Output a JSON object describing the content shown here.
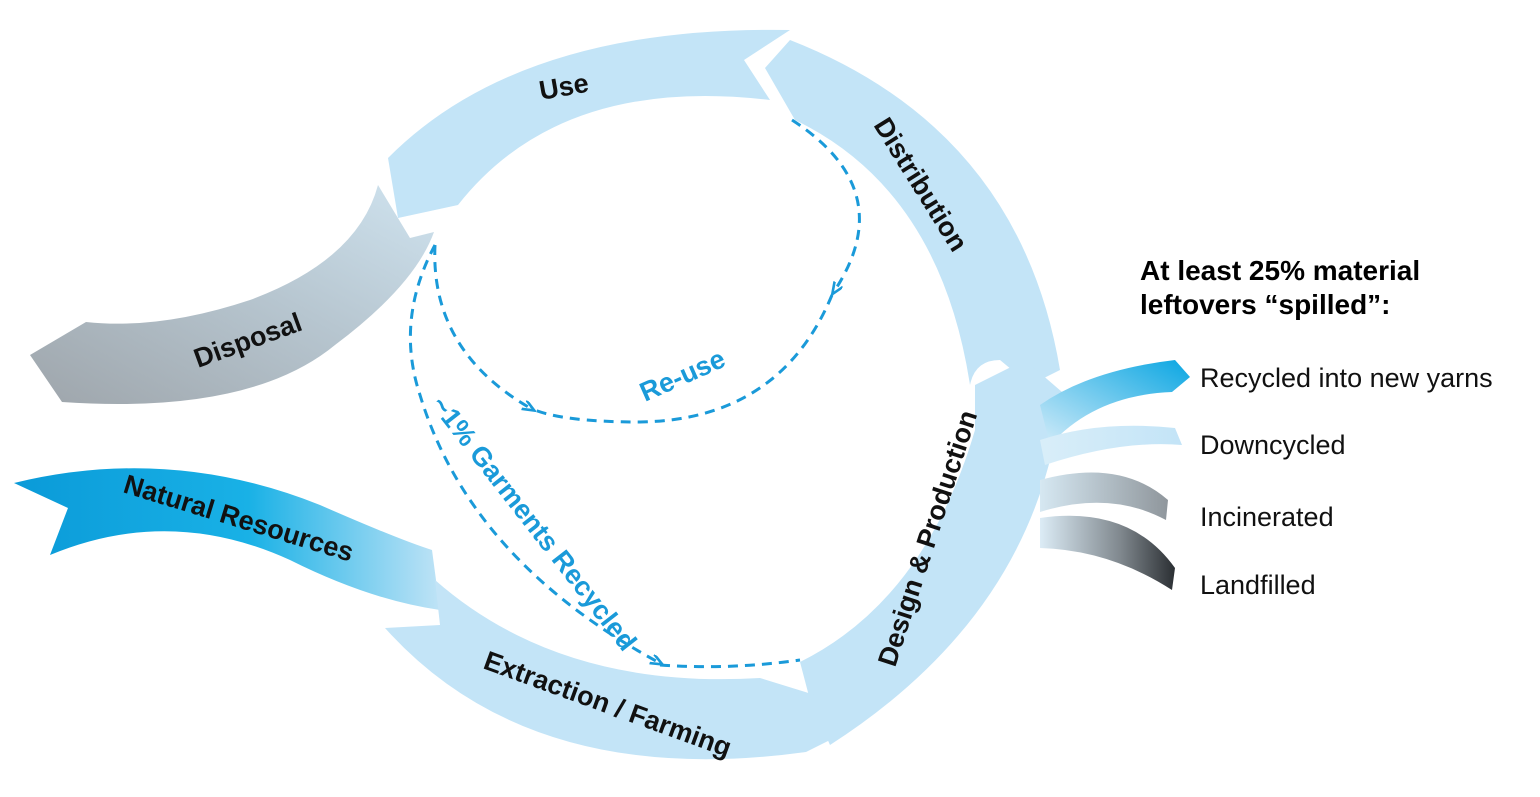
{
  "stages": {
    "use": "Use",
    "distribution": "Distribution",
    "design_production": "Design & Production",
    "extraction_farming": "Extraction / Farming",
    "natural_resources": "Natural Resources",
    "disposal": "Disposal"
  },
  "flows": {
    "reuse": "Re-use",
    "garments_recycled": "~1% Garments Recycled"
  },
  "leftovers": {
    "title_line1": "At least 25% material",
    "title_line2": "leftovers “spilled”:",
    "items": [
      "Recycled into new yarns",
      "Downcycled",
      "Incinerated",
      "Landfilled"
    ]
  },
  "colors": {
    "arrow_light": "#c3e4f7",
    "arrow_bright": "#0aa6e2",
    "dashed_flow": "#1a9ad9",
    "disposal_gray_light": "#c8dbe6",
    "disposal_gray_dark": "#9aa3aa",
    "landfill_dark": "#2b2f33"
  }
}
